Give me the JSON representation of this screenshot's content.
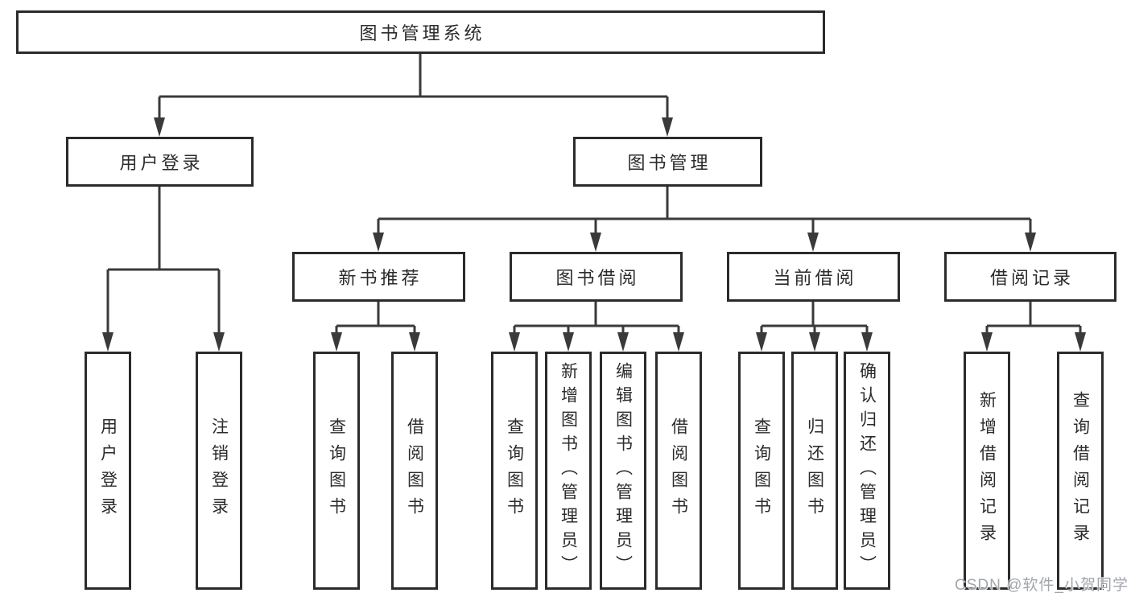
{
  "colors": {
    "background": "#ffffff",
    "line": "#3a3a3a",
    "box_border": "#2b2b2b",
    "text": "#2b2b2b",
    "watermark": "#a2a6ac"
  },
  "watermark": {
    "text": "CSDN @软件_小贺同学"
  },
  "tree": {
    "label": "图书管理系统",
    "children": [
      {
        "label": "用户登录",
        "children": [
          {
            "label": "用户登录"
          },
          {
            "label": "注销登录"
          }
        ]
      },
      {
        "label": "图书管理",
        "children": [
          {
            "label": "新书推荐",
            "children": [
              {
                "label": "查询图书"
              },
              {
                "label": "借阅图书"
              }
            ]
          },
          {
            "label": "图书借阅",
            "children": [
              {
                "label": "查询图书"
              },
              {
                "label": "新增图书（管理员）"
              },
              {
                "label": "编辑图书（管理员）"
              },
              {
                "label": "借阅图书"
              }
            ]
          },
          {
            "label": "当前借阅",
            "children": [
              {
                "label": "查询图书"
              },
              {
                "label": "归还图书"
              },
              {
                "label": "确认归还（管理员）"
              }
            ]
          },
          {
            "label": "借阅记录",
            "children": [
              {
                "label": "新增借阅记录"
              },
              {
                "label": "查询借阅记录"
              }
            ]
          }
        ]
      }
    ]
  }
}
